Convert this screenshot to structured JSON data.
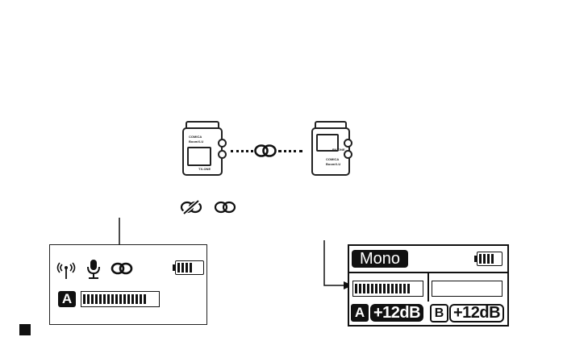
{
  "devices": {
    "transmitter": {
      "brand": "COMICA",
      "model": "BoomX-U",
      "bottom_label": "TX-ONE"
    },
    "receiver": {
      "brand": "COMICA",
      "model": "BoomX-U",
      "top_label": "RX-ONE"
    }
  },
  "icons": {
    "link_unlinked": "link-broken-icon",
    "link_linked": "link-icon",
    "signal": "antenna-icon",
    "mic": "microphone-icon",
    "battery": "battery-icon"
  },
  "tx_display": {
    "channel_letter": "A",
    "meter_segments": 16,
    "battery_cells": 4
  },
  "rx_display": {
    "mode": "Mono",
    "battery_cells": 4,
    "meter_segments": 14,
    "channel_a_letter": "A",
    "channel_a_gain": "+12dB",
    "channel_b_letter": "B",
    "channel_b_gain": "+12dB"
  }
}
